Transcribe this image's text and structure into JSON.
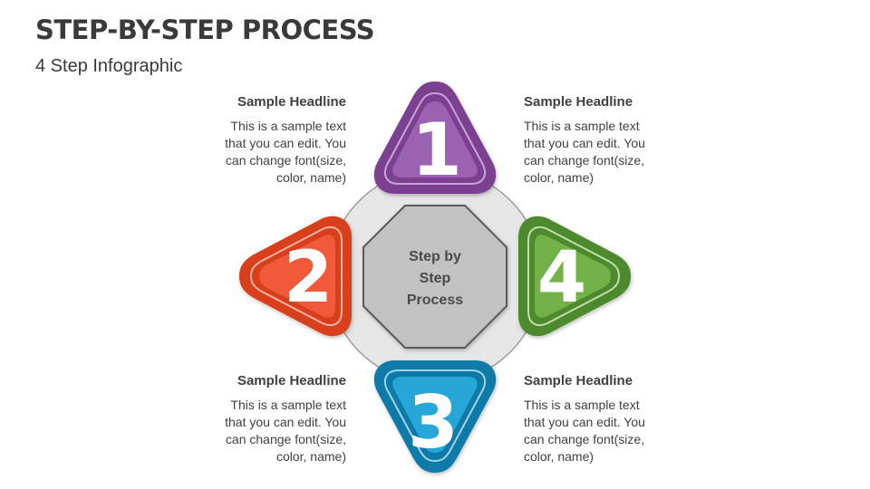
{
  "title": "STEP-BY-STEP PROCESS",
  "subtitle": "4 Step Infographic",
  "center": {
    "line1": "Step by",
    "line2": "Step",
    "line3": "Process"
  },
  "colors": {
    "step1": "#7b3f91",
    "step1_light": "#9b62b1",
    "step2": "#d8401f",
    "step2_light": "#f05a38",
    "step3": "#0e7aa8",
    "step3_light": "#25a7d8",
    "step4": "#4e8a2e",
    "step4_light": "#72b24a",
    "ring": "#e6e6e6",
    "octagon": "#c2c2c2"
  },
  "steps": [
    {
      "number": "1",
      "headline": "Sample Headline",
      "text": "This is a sample text that you can edit. You can change font(size, color, name)"
    },
    {
      "number": "4",
      "headline": "Sample Headline",
      "text": "This is a sample text that you can edit. You can change font(size, color, name)"
    },
    {
      "number": "3",
      "headline": "Sample Headline",
      "text": "This is a sample text that you can edit. You can change font(size, color, name)"
    },
    {
      "number": "2",
      "headline": "Sample Headline",
      "text": "This is a sample text that you can edit. You can change font(size, color, name)"
    }
  ]
}
